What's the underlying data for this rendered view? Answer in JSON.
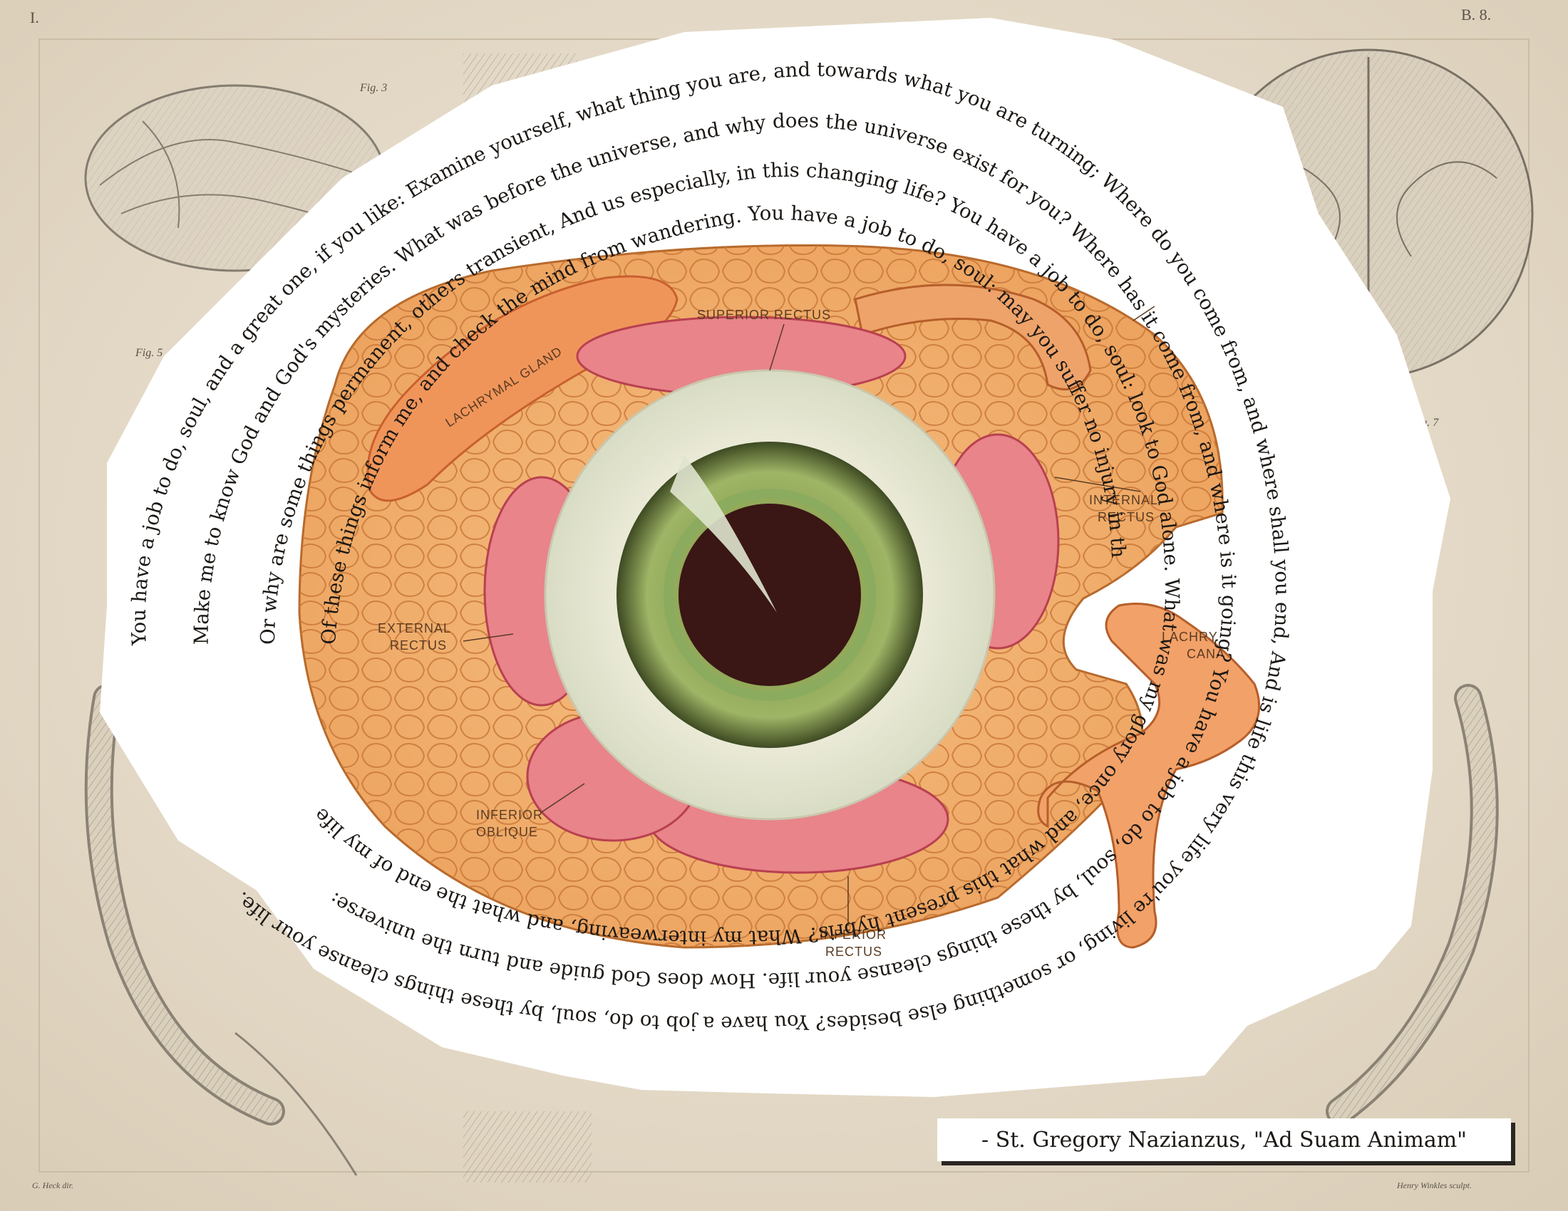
{
  "plate": {
    "corner_left": "I.",
    "corner_right": "B. 8.",
    "figures": [
      "Fig. 3",
      "Fig. 5",
      "Fig. 7"
    ],
    "signature_left": "G. Heck dir.",
    "signature_right": "Henry Winkles sculpt."
  },
  "eye_labels": {
    "lachrymal_gland": "LACHRYMAL GLAND",
    "superior_rectus": "SUPERIOR RECTUS",
    "internal_rectus_1": "INTERNAL",
    "internal_rectus_2": "RECTUS",
    "external_rectus_1": "EXTERNAL",
    "external_rectus_2": "RECTUS",
    "inferior_oblique_1": "INFERIOR",
    "inferior_oblique_2": "OBLIQUE",
    "inferior_rectus_1": "INFERIOR",
    "inferior_rectus_2": "RECTUS",
    "lachrymal_canal_1": "LACHRY",
    "lachrymal_canal_2": "CANA"
  },
  "poem": {
    "line1": "You have a job to do, soul, and a great one, if you like: Examine yourself, what thing you are, and towards what you are turning; Where do you come from, and where shall you end, And is life this very life you're living, or something else besides? You have a job to do, soul, by these things cleanse your life.",
    "line2": "Make me to know God and God's mysteries. What was before the universe, and why does the universe exist for you? Where has it come from, and where is it going? You have a job to do, soul, by these things cleanse your life. How does God guide and turn the universe:",
    "line3": "Or why are some things permanent, others transient, And us especially, in this changing life? You have a job to do, soul: look to God alone. What was my glory once, and what this present hybris? What my interweaving, and what the end of my life?",
    "line4": "Of these things inform me, and check the mind from wandering. You have a job to do, soul: may you suffer no injury in the labor."
  },
  "credit": "- St. Gregory Nazianzus, \"Ad Suam Animam\"",
  "colors": {
    "paper": "#e9e0d2",
    "fat": "#f2b06a",
    "muscle": "#e0707a",
    "sclera": "#ecebd6",
    "iris": "#9bb063",
    "pupil": "#3a1614"
  }
}
